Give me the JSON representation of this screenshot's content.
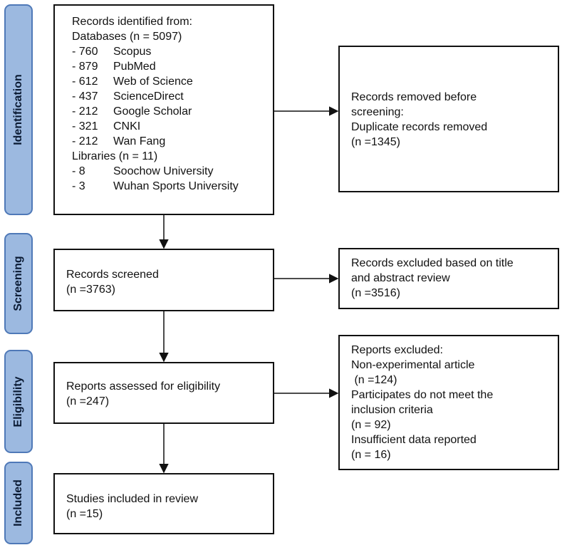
{
  "phases": {
    "identification": "Identification",
    "screening": "Screening",
    "eligibility": "Eligibility",
    "included": "Included"
  },
  "boxes": {
    "identified": {
      "title": "Records identified from:",
      "databases_label": "Databases (n = 5097)",
      "databases": [
        {
          "count": "- 760",
          "name": "Scopus"
        },
        {
          "count": "- 879",
          "name": "PubMed"
        },
        {
          "count": "- 612",
          "name": "Web of Science"
        },
        {
          "count": "- 437",
          "name": "ScienceDirect"
        },
        {
          "count": "- 212",
          "name": "Google Scholar"
        },
        {
          "count": "- 321",
          "name": "CNKI"
        },
        {
          "count": "- 212",
          "name": "Wan Fang"
        }
      ],
      "libraries_label": "Libraries (n = 11)",
      "libraries": [
        {
          "count": "- 8",
          "name": "Soochow University"
        },
        {
          "count": "- 3",
          "name": "Wuhan Sports University"
        }
      ]
    },
    "removed": {
      "line1": "Records removed before",
      "line2": "screening:",
      "line3": "Duplicate records removed",
      "line4": "(n =1345)"
    },
    "screened": {
      "line1": "Records screened",
      "line2": "(n =3763)"
    },
    "excluded_title": {
      "line1": "Records excluded based on title",
      "line2": "and abstract review",
      "line3": "(n =3516)"
    },
    "assessed": {
      "line1": "Reports assessed for eligibility",
      "line2": "(n =247)"
    },
    "reports_excluded": {
      "line1": "Reports excluded:",
      "line2": "Non-experimental article",
      "line3": " (n =124)",
      "line4": "Participates do not meet the",
      "line5": "inclusion criteria",
      "line6": "(n = 92)",
      "line7": "Insufficient data reported",
      "line8": "(n = 16)"
    },
    "included": {
      "line1": "Studies included in review",
      "line2": "(n =15)"
    }
  }
}
